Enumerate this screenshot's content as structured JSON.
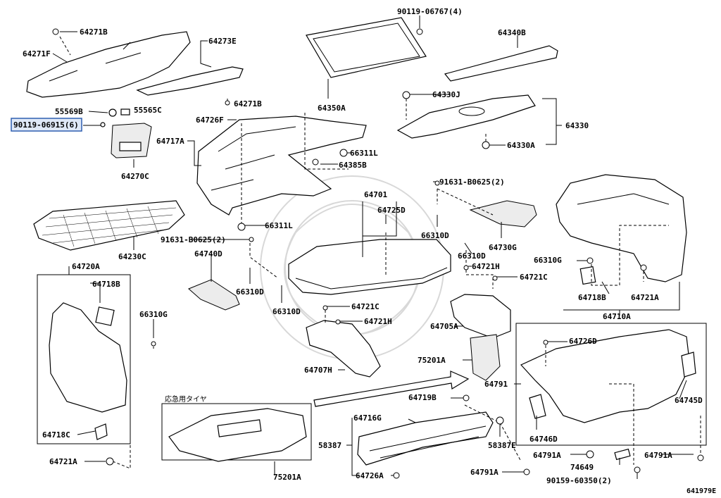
{
  "diagram_id": "641979E",
  "highlighted_label": "90119-06915(6)",
  "labels": {
    "p64271B_top": "64271B",
    "p64271F": "64271F",
    "p64273E": "64273E",
    "p90119_06767": "90119-06767(4)",
    "p64340B": "64340B",
    "p64271B_mid": "64271B",
    "p55569B": "55569B",
    "p55565C": "55565C",
    "p90119_06915": "90119-06915(6)",
    "p64270C": "64270C",
    "p64726F": "64726F",
    "p64717A": "64717A",
    "p64350A": "64350A",
    "p64330J": "64330J",
    "p64330": "64330",
    "p64330A": "64330A",
    "p66311L_a": "66311L",
    "p64385B": "64385B",
    "p91631_a": "91631-B0625(2)",
    "p64701": "64701",
    "p64725D": "64725D",
    "p66311L_b": "66311L",
    "p64230C": "64230C",
    "p66310D_a": "66310D",
    "p66310D_b": "66310D",
    "p64730G": "64730G",
    "p91631_b": "91631-B0625(2)",
    "p64740D": "64740D",
    "p66310G_r": "66310G",
    "p64721H_a": "64721H",
    "p64720A": "64720A",
    "p64718B_l": "64718B",
    "p64721C_a": "64721C",
    "p66310D_c": "66310D",
    "p66310D_d": "66310D",
    "p64721C_b": "64721C",
    "p64718B_r": "64718B",
    "p64721A_r": "64721A",
    "p64710A": "64710A",
    "p66310G_l": "66310G",
    "p64721H_b": "64721H",
    "p64705A": "64705A",
    "p64726D": "64726D",
    "p64707H": "64707H",
    "p75201A_a": "75201A",
    "p64791_main": "64791",
    "p64718C": "64718C",
    "p64721A_l": "64721A",
    "p_jp": "応急用タイヤ",
    "p64719B": "64719B",
    "p64716G": "64716G",
    "p58387": "58387",
    "p58387E": "58387E",
    "p64746D": "64746D",
    "p64745D": "64745D",
    "p64726A": "64726A",
    "p75201A_b": "75201A",
    "p64791A_a": "64791A",
    "p74649": "74649",
    "p64791A_b": "64791A",
    "p64791A_c": "64791A",
    "p90159": "90159-60350(2)",
    "p641979E": "641979E"
  }
}
